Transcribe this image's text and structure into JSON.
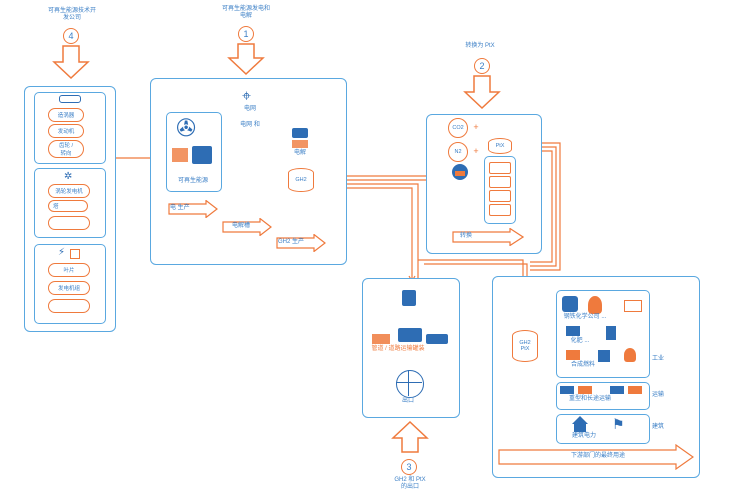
{
  "headers": {
    "left_title": "可再生能源技术开\n发公司",
    "center_title": "可再生能源发电和\n电解",
    "right_title": "转换为 PtX",
    "bottom_title": "GH2 和 PtX\n的出口"
  },
  "steps": {
    "s4": "4",
    "s1": "1",
    "s2": "2",
    "s3": "3"
  },
  "left_panel": {
    "items_top": [
      "造涡器",
      "发动机",
      "齿轮 /\n转向"
    ],
    "items_mid": [
      "涡轮发电机",
      "塔",
      ""
    ],
    "items_bot": [
      "叶片",
      "发电机组",
      ""
    ]
  },
  "center_panel": {
    "plant_label": "可再生能源",
    "power_label": "电网",
    "grid_label": "电网 和",
    "electrolysis_label": "电解",
    "gh2_label": "GH2",
    "arrow1": "电 生产",
    "arrow2": "电解槽",
    "arrow3": "GH2 生产"
  },
  "conversion_panel": {
    "co2": "CO2",
    "n2": "N2",
    "ptx": "PtX",
    "arrow_label": "转换",
    "plus1": "+",
    "plus2": "+"
  },
  "export_panel": {
    "transport_label": "管道 / 道路运输罐装",
    "ship_label": "出口"
  },
  "usage_panel": {
    "gh2_ptx": "GH2\nPtX",
    "industry_items": [
      "钢铁化学公司 ...",
      "化肥 ...",
      "合成燃料"
    ],
    "industry_label": "工业",
    "transport_item": "重型和长途运输",
    "transport_label": "运输",
    "building_item": "建筑电力",
    "building_label": "建筑",
    "bottom_arrow": "下游部门的最终用途"
  },
  "colors": {
    "blue": "#5aa8e0",
    "orange": "#ef7a3d",
    "dark_blue": "#2e6db4"
  }
}
